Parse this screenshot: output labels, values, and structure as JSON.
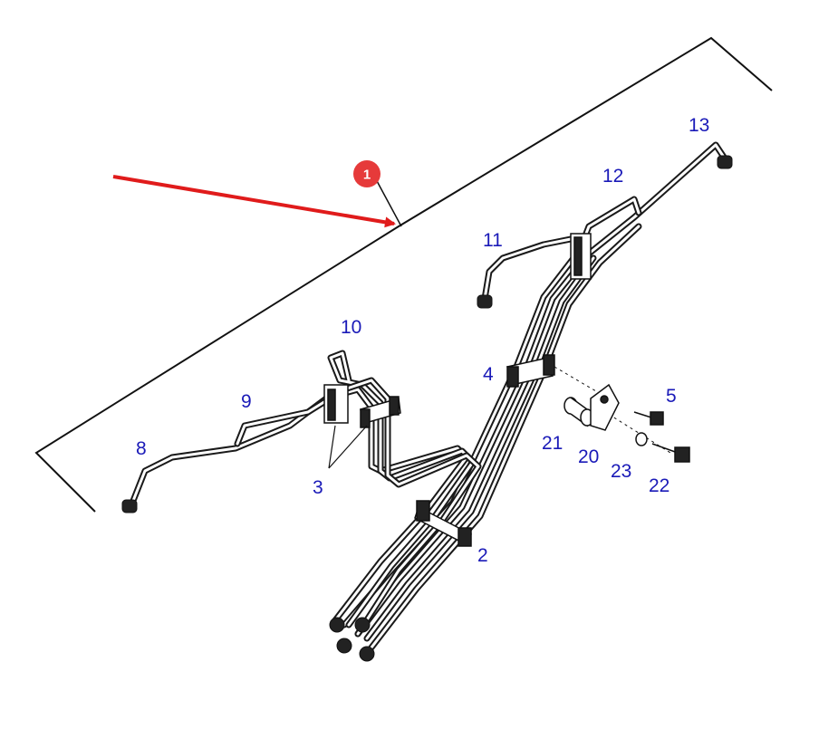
{
  "badge": {
    "label": "1",
    "color": "#e63a3a"
  },
  "arrow": {
    "color": "#e01b1b"
  },
  "outline": {
    "color": "#111111"
  },
  "pipe": {
    "color": "#1a1a1a",
    "inner": "#ffffff"
  },
  "callouts": {
    "c2": "2",
    "c3": "3",
    "c4": "4",
    "c5": "5",
    "c8": "8",
    "c9": "9",
    "c10": "10",
    "c11": "11",
    "c12": "12",
    "c13": "13",
    "c20": "20",
    "c21": "21",
    "c22": "22",
    "c23": "23"
  },
  "callout_color": "#1a1ab8"
}
